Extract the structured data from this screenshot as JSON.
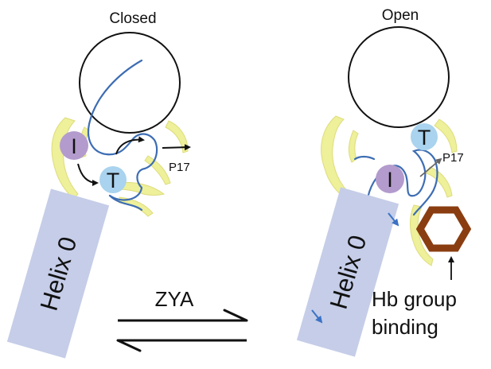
{
  "closed_panel": {
    "title": "Closed",
    "residue_i": "I",
    "residue_t": "T",
    "p17_label": "P17",
    "helix_label": "Helix 0"
  },
  "open_panel": {
    "title": "Open",
    "residue_i": "I",
    "residue_t": "T",
    "p17_label": "P17",
    "helix_label": "Helix 0",
    "binding_label_line1": "Hb group",
    "binding_label_line2": "binding"
  },
  "equilibrium": {
    "label": "ZYA"
  },
  "colors": {
    "residue_i_fill": "#b39bcd",
    "residue_t_fill": "#a9d3ee",
    "helix_fill": "#c5cde8",
    "backbone_stroke": "#3d6db3",
    "beta_sheet_fill": "#eef09a",
    "heme_color": "#8a3d10",
    "helix_arrow": "#3b72c4"
  }
}
